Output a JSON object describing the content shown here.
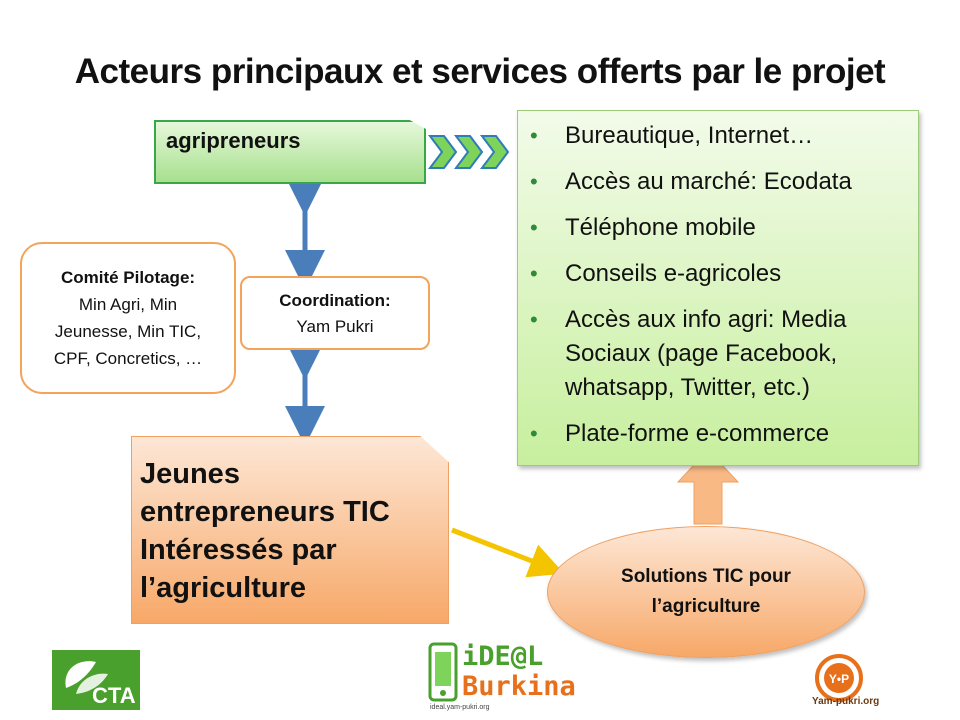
{
  "title": "Acteurs principaux et services offerts par le projet",
  "agripreneurs": {
    "label": "agripreneurs"
  },
  "services": {
    "items": [
      "Bureautique, Internet…",
      "Accès au marché: Ecodata",
      "Téléphone mobile",
      "Conseils e-agricoles",
      "Accès aux info agri: Media Sociaux (page Facebook, whatsapp, Twitter, etc.)",
      "Plate-forme e-commerce"
    ]
  },
  "comite": {
    "heading": "Comité Pilotage:",
    "body_lines": [
      "Min Agri, Min",
      "Jeunesse, Min TIC,",
      "CPF, Concretics, …"
    ]
  },
  "coordination": {
    "heading": "Coordination:",
    "body": "Yam Pukri"
  },
  "jeunes": {
    "lines": [
      "Jeunes",
      "entrepreneurs TIC",
      "Intéressés par",
      "l’agriculture"
    ]
  },
  "solutions": {
    "lines": [
      "Solutions TIC pour",
      "l’agriculture"
    ]
  },
  "logos": {
    "cta": "CTA",
    "ideal_line1": "iDE@L",
    "ideal_line2": "Burkina",
    "ideal_url": "ideal.yam-pukri.org",
    "yam_mark": "Y•P",
    "yam_url": "Yam-pukri.org"
  },
  "colors": {
    "green_accent": "#3aa64a",
    "orange_accent": "#f4a35a",
    "arrow_blue": "#4a7ebb",
    "arrow_yellow": "#f5c400"
  }
}
